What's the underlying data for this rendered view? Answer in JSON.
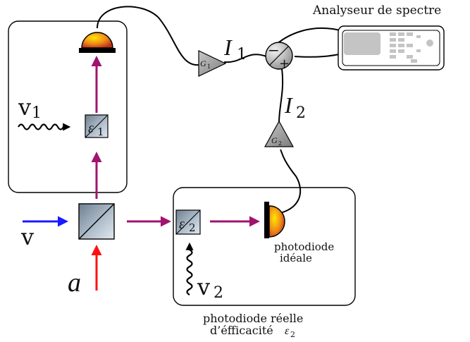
{
  "title": "Analyseur de spectre",
  "labels": {
    "I1": "I",
    "I1_sub": "1",
    "I2": "I",
    "I2_sub": "2",
    "G1": "G",
    "G1_sub": "1",
    "G2": "G",
    "G2_sub": "2",
    "minus": "−",
    "plus": "+",
    "v_in": "v",
    "a_in": "a",
    "v1": "v",
    "v1_sub": "1",
    "v2": "v",
    "v2_sub": "2",
    "eps1": "ε",
    "eps1_sub": "1",
    "eps2": "ε",
    "eps2_sub": "2",
    "photodiode_ideale_line1": "photodiode",
    "photodiode_ideale_line2": "idéale",
    "photodiode_reelle_line1": "photodiode réelle",
    "photodiode_reelle_line2": "d’éfficacité ",
    "eps_caption": "ε",
    "eps_caption_sub": "2"
  },
  "colors": {
    "beam_purple": "#a0136e",
    "beam_blue": "#1a1aff",
    "beam_red": "#ff1010",
    "detector_orange": "#e07020",
    "detector_yellow": "#ffd000",
    "amp_gray": "#9a9a9a"
  }
}
